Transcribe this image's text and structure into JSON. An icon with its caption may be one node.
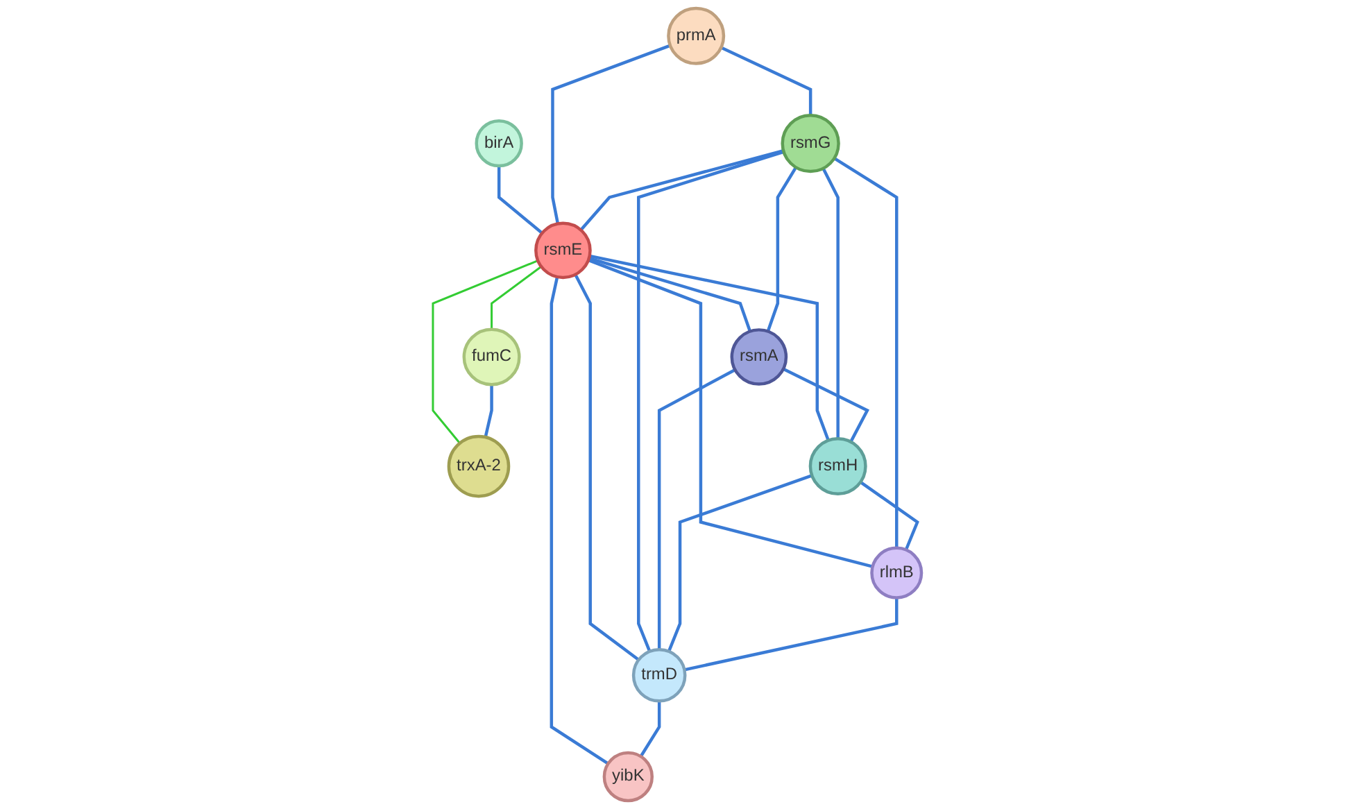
{
  "diagram": {
    "nodes": [
      {
        "text": [
          "birA"
        ]
      },
      {
        "text": [
          "prmA"
        ]
      },
      {
        "text": [
          "rsmE"
        ]
      },
      {
        "text": [
          "fumC"
        ]
      },
      {
        "text": [
          "rsmG"
        ]
      },
      {
        "text": [
          "trxA-2"
        ]
      },
      {
        "text": [
          "rsmH"
        ]
      },
      {
        "text": [
          "rsmA"
        ]
      },
      {
        "text": [
          "rlmB"
        ]
      },
      {
        "text": [
          "trmD"
        ]
      },
      {
        "text": [
          "yibK"
        ]
      }
    ],
    "edges": [
      {
        "from": 0,
        "to": 2,
        "arrow": "none"
      },
      {
        "from": 1,
        "to": 2,
        "arrow": "none"
      },
      {
        "from": 1,
        "to": 4,
        "arrow": "none"
      },
      {
        "from": 2,
        "to": 3,
        "arrow": "none",
        "color": "#33cc33"
      },
      {
        "from": 2,
        "to": 5,
        "arrow": "none",
        "color": "#33cc33"
      },
      {
        "from": 3,
        "to": 5,
        "arrow": "none"
      },
      {
        "from": 4,
        "to": 2,
        "arrow": "none"
      },
      {
        "from": 2,
        "to": 7,
        "arrow": "none"
      },
      {
        "from": 2,
        "to": 6,
        "arrow": "none"
      },
      {
        "from": 2,
        "to": 8,
        "arrow": "none"
      },
      {
        "from": 2,
        "to": 9,
        "arrow": "none"
      },
      {
        "from": 2,
        "to": 10,
        "arrow": "none"
      },
      {
        "from": 4,
        "to": 7,
        "arrow": "none"
      },
      {
        "from": 4,
        "to": 6,
        "arrow": "none"
      },
      {
        "from": 4,
        "to": 8,
        "arrow": "none"
      },
      {
        "from": 4,
        "to": 9,
        "arrow": "none"
      },
      {
        "from": 7,
        "to": 6,
        "arrow": "none"
      },
      {
        "from": 7,
        "to": 9,
        "arrow": "none"
      },
      {
        "from": 6,
        "to": 8,
        "arrow": "none"
      },
      {
        "from": 6,
        "to": 9,
        "arrow": "none"
      },
      {
        "from": 8,
        "to": 9,
        "arrow": "none"
      },
      {
        "from": 9,
        "to": 10,
        "arrow": "none"
      }
    ]
  }
}
